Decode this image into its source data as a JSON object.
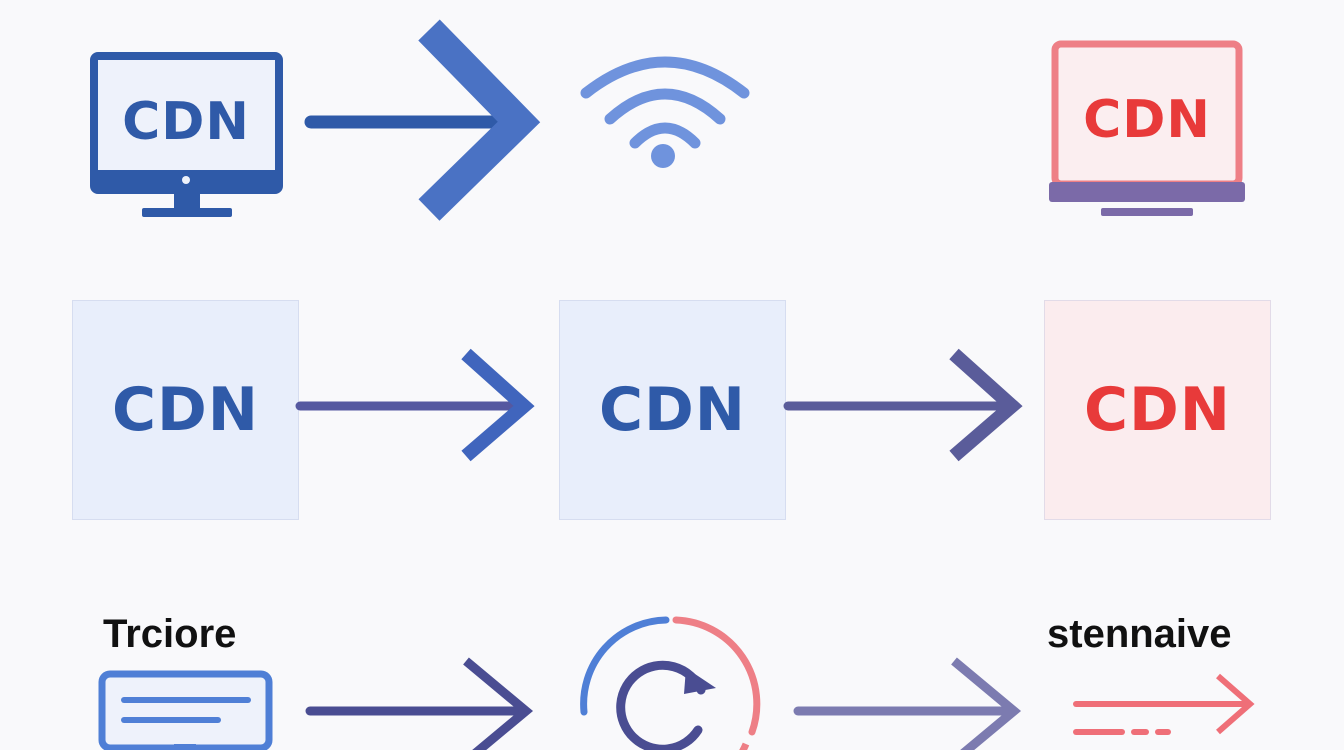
{
  "colors": {
    "blue": "#2f5aa8",
    "blue_light": "#4f7fd6",
    "indigo": "#5a5c9a",
    "red": "#e83a3a",
    "red_light": "#ef6f78",
    "tile_blue": "#e8eefb",
    "tile_red": "#fbecee"
  },
  "row1": {
    "monitor_label": "CDN",
    "laptop_label": "CDN"
  },
  "row2": {
    "tiles": [
      {
        "label": "CDN"
      },
      {
        "label": "CDN"
      },
      {
        "label": "CDN"
      }
    ]
  },
  "row3": {
    "left_caption": "Trciore",
    "right_caption": "stennaive"
  },
  "icons": [
    "monitor-icon",
    "arrow-icon",
    "wifi-icon",
    "laptop-icon",
    "refresh-icon",
    "document-icon",
    "speed-arrow-icon"
  ]
}
